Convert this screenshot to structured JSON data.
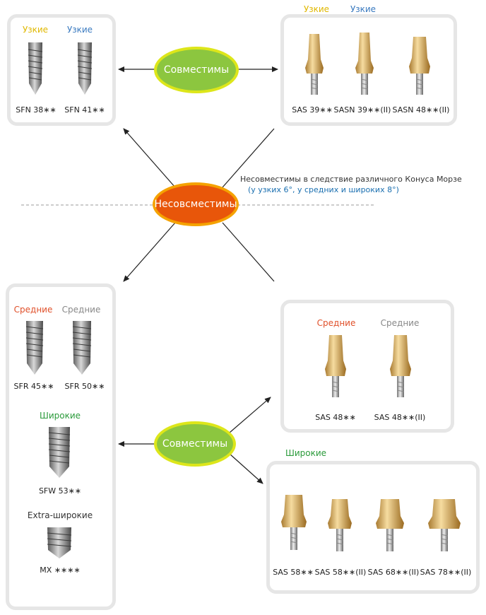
{
  "colors": {
    "narrow": "#e0b800",
    "narrow_alt": "#3a7ac0",
    "medium": "#e0502a",
    "medium_alt": "#888888",
    "wide": "#2a9a3a",
    "extra": "#333333",
    "compat_fill": "#8cc63f",
    "compat_ring": "#dde61a",
    "incompat_fill": "#e8560a",
    "incompat_ring": "#f5a200",
    "note_blue": "#1a6fb0"
  },
  "top_left": {
    "labels": [
      "Узкие",
      "Узкие"
    ],
    "items": [
      "SFN 38∗∗",
      "SFN 41∗∗"
    ]
  },
  "top_right": {
    "labels": [
      "Узкие",
      "Узкие"
    ],
    "items": [
      "SAS 39∗∗",
      "SASN 39∗∗(II)",
      "SASN 48∗∗(II)"
    ]
  },
  "compat_top": "Совместимы",
  "incompat": "Несовсместимы",
  "note": {
    "line1": "Несовместимы в следствие различного Конуса Морзе",
    "line2": "(у узких 6°, у средних и широких 8°)"
  },
  "bottom_left": {
    "medium_labels": [
      "Средние",
      "Средние"
    ],
    "medium_items": [
      "SFR 45∗∗",
      "SFR 50∗∗"
    ],
    "wide_label": "Широкие",
    "wide_item": "SFW 53∗∗",
    "extra_label": "Extra-широкие",
    "extra_item": "MX ∗∗∗∗"
  },
  "compat_bottom": "Совместимы",
  "bottom_right_medium": {
    "labels": [
      "Средние",
      "Средние"
    ],
    "items": [
      "SAS 48∗∗",
      "SAS 48∗∗(II)"
    ]
  },
  "wide_group": {
    "label": "Широкие",
    "items": [
      "SAS 58∗∗",
      "SAS 58∗∗(II)",
      "SAS 68∗∗(II)",
      "SAS 78∗∗(II)"
    ]
  }
}
